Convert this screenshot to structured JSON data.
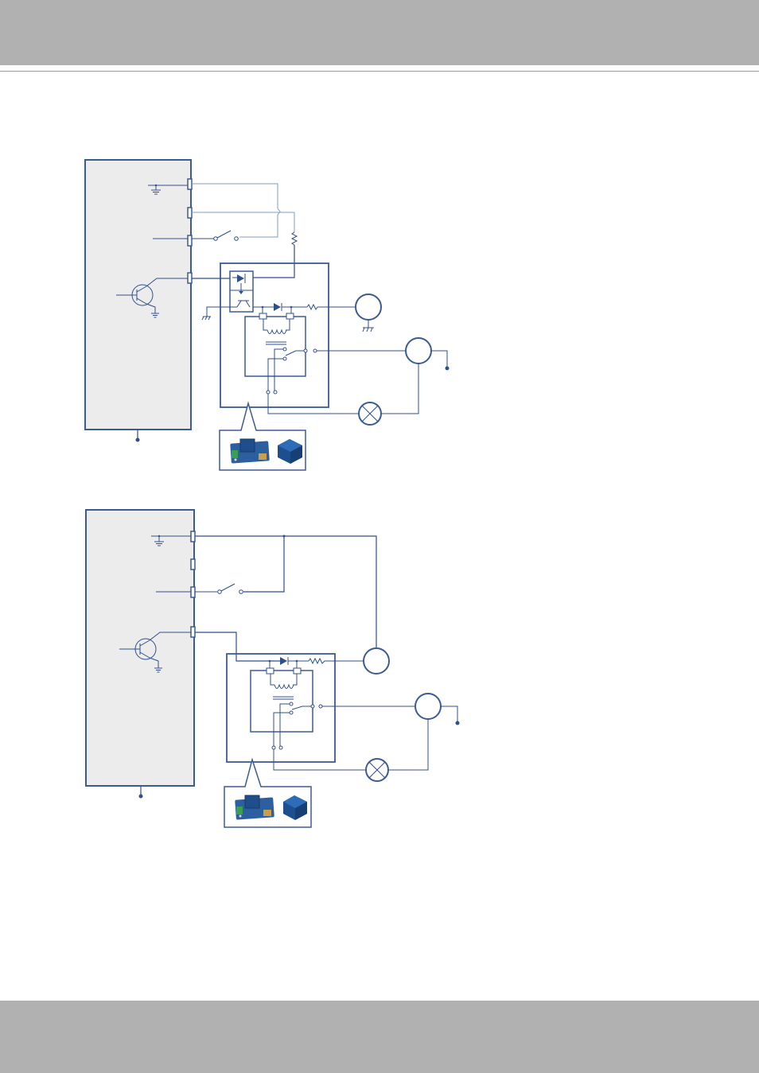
{
  "page": {
    "colors": {
      "header_band": "#b1b1b1",
      "wire": "#2f4f8a",
      "wire_light": "#7f9cc8",
      "device_fill": "#ececec"
    }
  },
  "diagrams": [
    {
      "components": [
        "ground-symbol",
        "di-terminal",
        "switch",
        "pull-up-resistor",
        "transistor",
        "optocoupler",
        "diode",
        "relay-coil",
        "relay-contacts",
        "power-source",
        "load-lamp",
        "relay-module-photo",
        "relay-photo"
      ]
    },
    {
      "components": [
        "ground-symbol",
        "di-terminal",
        "switch",
        "transistor",
        "diode",
        "relay-coil",
        "relay-contacts",
        "power-source",
        "load-lamp",
        "relay-module-photo",
        "relay-photo"
      ]
    }
  ]
}
